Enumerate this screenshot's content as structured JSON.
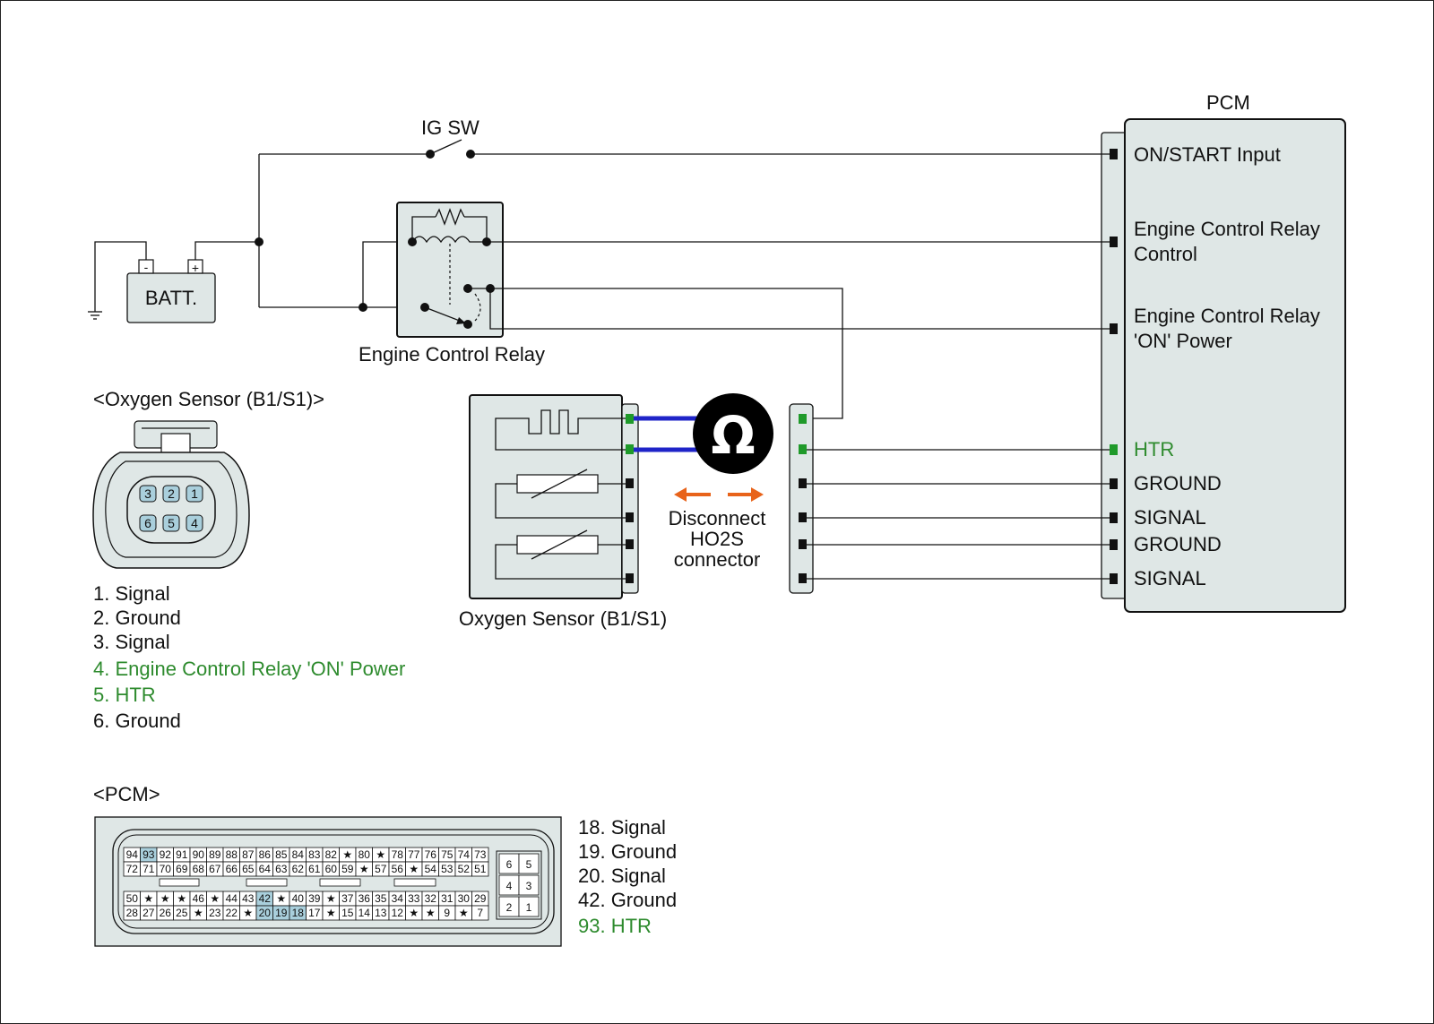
{
  "components": {
    "pcm_title": "PCM",
    "ig_switch": "IG SW",
    "battery": "BATT.",
    "battery_neg": "-",
    "battery_pos": "+",
    "relay": "Engine Control Relay",
    "sensor_view_title": "<Oxygen Sensor (B1/S1)>",
    "sensor": "Oxygen Sensor (B1/S1)",
    "ohm_symbol": "Ω",
    "disconnect_note": [
      "Disconnect",
      "HO2S",
      "connector"
    ],
    "pcm_view_title": "<PCM>"
  },
  "pcm_terminals": [
    {
      "lines": [
        "ON/START Input"
      ],
      "highlight": false
    },
    {
      "lines": [
        "Engine Control Relay",
        "Control"
      ],
      "highlight": false
    },
    {
      "lines": [
        "Engine Control Relay",
        "'ON' Power"
      ],
      "highlight": false
    },
    {
      "lines": [
        "HTR"
      ],
      "highlight": true
    },
    {
      "lines": [
        "GROUND"
      ],
      "highlight": false
    },
    {
      "lines": [
        "SIGNAL"
      ],
      "highlight": false
    },
    {
      "lines": [
        "GROUND"
      ],
      "highlight": false
    },
    {
      "lines": [
        "SIGNAL"
      ],
      "highlight": false
    }
  ],
  "sensor_pins": {
    "face_top": [
      "3",
      "2",
      "1"
    ],
    "face_bottom": [
      "6",
      "5",
      "4"
    ],
    "legend": [
      {
        "text": "1. Signal",
        "highlight": false
      },
      {
        "text": "2. Ground",
        "highlight": false
      },
      {
        "text": "3. Signal",
        "highlight": false
      },
      {
        "text": "4. Engine Control Relay 'ON' Power",
        "highlight": true
      },
      {
        "text": "5. HTR",
        "highlight": true
      },
      {
        "text": "6. Ground",
        "highlight": false
      }
    ]
  },
  "pcm_connector": {
    "row1": [
      "94",
      "93",
      "92",
      "91",
      "90",
      "89",
      "88",
      "87",
      "86",
      "85",
      "84",
      "83",
      "82",
      "★",
      "80",
      "★",
      "78",
      "77",
      "76",
      "75",
      "74",
      "73"
    ],
    "row2": [
      "72",
      "71",
      "70",
      "69",
      "68",
      "67",
      "66",
      "65",
      "64",
      "63",
      "62",
      "61",
      "60",
      "59",
      "★",
      "57",
      "56",
      "★",
      "54",
      "53",
      "52",
      "51"
    ],
    "row3": [
      "50",
      "★",
      "★",
      "★",
      "46",
      "★",
      "44",
      "43",
      "42",
      "★",
      "40",
      "39",
      "★",
      "37",
      "36",
      "35",
      "34",
      "33",
      "32",
      "31",
      "30",
      "29"
    ],
    "row4": [
      "28",
      "27",
      "26",
      "25",
      "★",
      "23",
      "22",
      "★",
      "20",
      "19",
      "18",
      "17",
      "★",
      "15",
      "14",
      "13",
      "12",
      "★",
      "★",
      "9",
      "★",
      "7"
    ],
    "highlighted": [
      "93",
      "42",
      "20",
      "19",
      "18"
    ],
    "small_block": [
      [
        "6",
        "5"
      ],
      [
        "4",
        "3"
      ],
      [
        "2",
        "1"
      ]
    ],
    "legend": [
      {
        "text": "18. Signal",
        "highlight": false
      },
      {
        "text": "19. Ground",
        "highlight": false
      },
      {
        "text": "20. Signal",
        "highlight": false
      },
      {
        "text": "42. Ground",
        "highlight": false
      },
      {
        "text": "93. HTR",
        "highlight": true
      }
    ]
  },
  "colors": {
    "highlight_text": "#2e8b2e",
    "meter_leads": "#1f24c8",
    "arrows": "#e8631a",
    "connector_fill": "#dfe7e6",
    "pin_highlight": "#a9cfdc",
    "green_pin": "#1f9a2a"
  }
}
